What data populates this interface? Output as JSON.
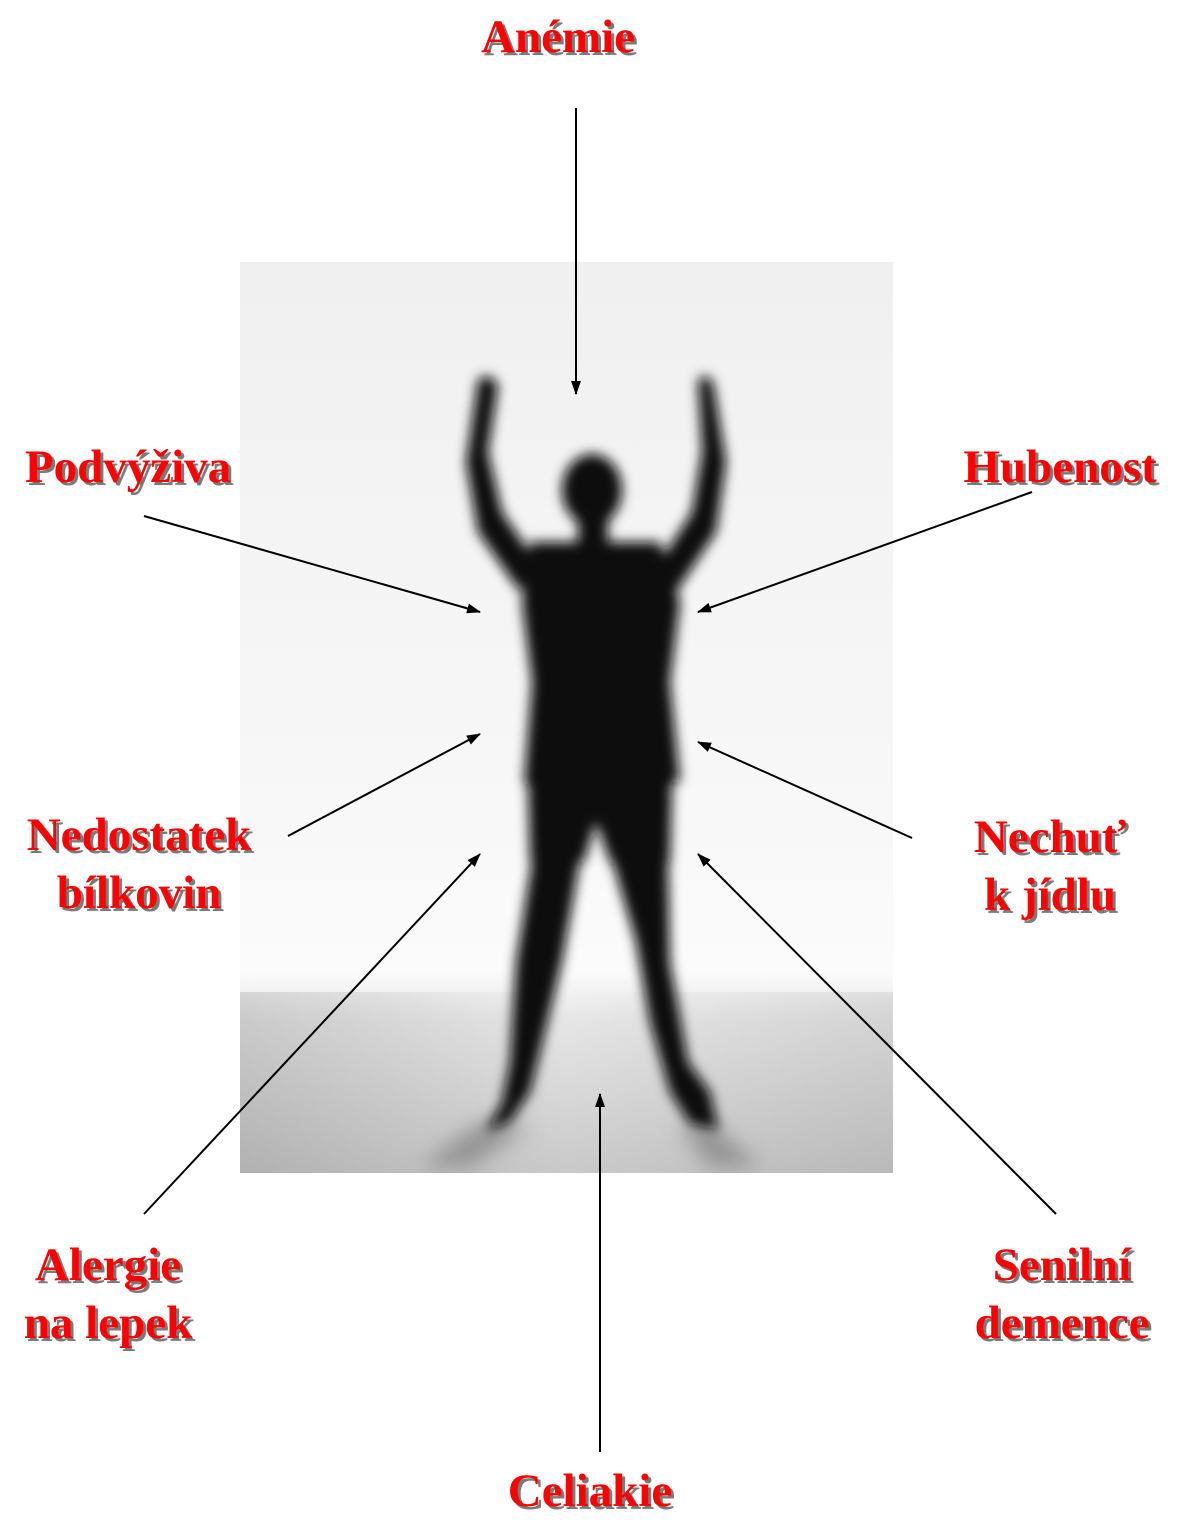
{
  "labels": {
    "anemie": "Anémie",
    "podvyziva": "Podvýživa",
    "hubenost": "Hubenost",
    "nedostatek_line1": "Nedostatek",
    "nedostatek_line2": "bílkovin",
    "nechut_line1": "Nechuť",
    "nechut_line2": "k jídlu",
    "alergie_line1": "Alergie",
    "alergie_line2": "na lepek",
    "senilni_line1": "Senilní",
    "senilni_line2": "demence",
    "celiakie": "Celiakie"
  },
  "colors": {
    "label_text": "#ff0000",
    "label_shadow": "#7a7a7a",
    "arrow": "#000000",
    "silhouette": "#0a0a0a",
    "photo_background": "#f2f2f2"
  },
  "photo": {
    "subject": "blurred silhouette of a person with raised arms"
  }
}
